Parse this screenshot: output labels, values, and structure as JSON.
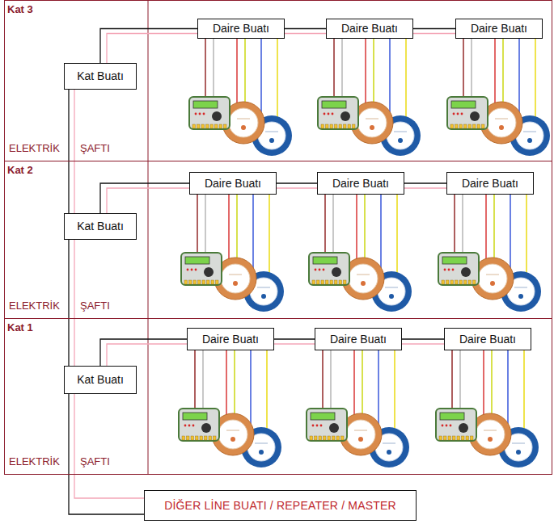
{
  "diagram": {
    "nodes": [
      {
        "text": [
          "Kat 3",
          "ELEKTRİK",
          "ŞAFTI"
        ]
      },
      {
        "text": [
          "Kat Buatı"
        ],
        "in": 0
      },
      {
        "text": [
          "Daire Buatı"
        ],
        "in": 0
      },
      {
        "text": [
          "Daire Buatı"
        ],
        "in": 0
      },
      {
        "text": [
          "Daire Buatı"
        ],
        "in": 0
      },
      {
        "text": [
          "Kat 2",
          "ELEKTRİK",
          "ŞAFTI"
        ]
      },
      {
        "text": [
          "Kat Buatı"
        ],
        "in": 5
      },
      {
        "text": [
          "Daire Buatı"
        ],
        "in": 5
      },
      {
        "text": [
          "Daire Buatı"
        ],
        "in": 5
      },
      {
        "text": [
          "Daire Buatı"
        ],
        "in": 5
      },
      {
        "text": [
          "Kat 1",
          "ELEKTRİK",
          "ŞAFTI"
        ]
      },
      {
        "text": [
          "Kat Buatı"
        ],
        "in": 10
      },
      {
        "text": [
          "Daire Buatı"
        ],
        "in": 10
      },
      {
        "text": [
          "Daire Buatı"
        ],
        "in": 10
      },
      {
        "text": [
          "Daire Buatı"
        ],
        "in": 10
      },
      {
        "text": [
          "DİĞER LİNE BUATI / REPEATER / MASTER"
        ]
      }
    ],
    "edges": [
      {
        "from": 1,
        "to": 2,
        "arrow": "none"
      },
      {
        "from": 2,
        "to": 3,
        "arrow": "none"
      },
      {
        "from": 3,
        "to": 4,
        "arrow": "none"
      },
      {
        "from": 6,
        "to": 7,
        "arrow": "none"
      },
      {
        "from": 7,
        "to": 8,
        "arrow": "none"
      },
      {
        "from": 8,
        "to": 9,
        "arrow": "none"
      },
      {
        "from": 11,
        "to": 12,
        "arrow": "none"
      },
      {
        "from": 12,
        "to": 13,
        "arrow": "none"
      },
      {
        "from": 13,
        "to": 14,
        "arrow": "none"
      },
      {
        "from": 1,
        "to": 6,
        "arrow": "none"
      },
      {
        "from": 6,
        "to": 11,
        "arrow": "none"
      },
      {
        "from": 11,
        "to": 15,
        "arrow": "none"
      }
    ]
  }
}
